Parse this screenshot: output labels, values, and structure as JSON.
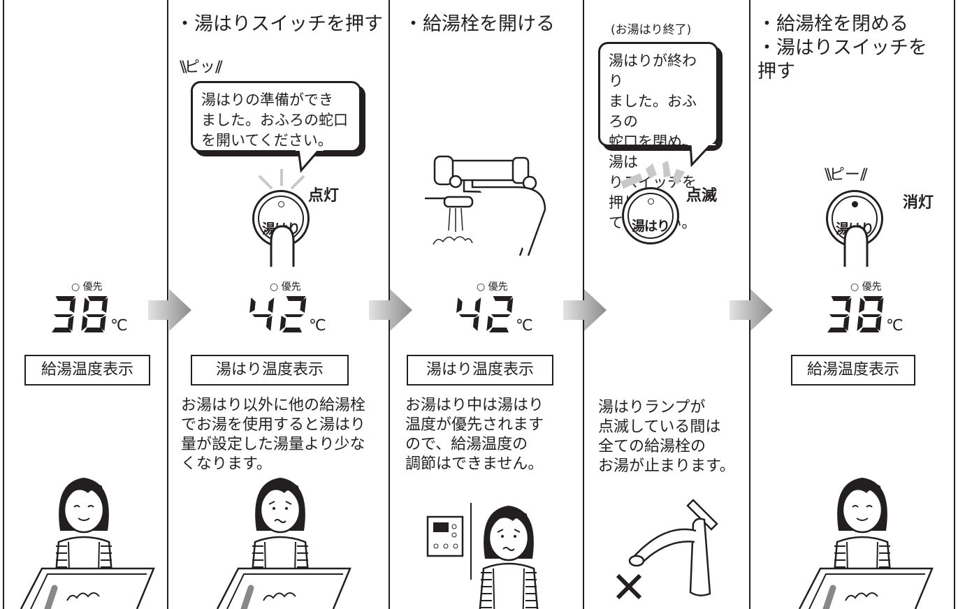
{
  "steps": [
    {
      "heading": "",
      "display": {
        "priority": "○ 優先",
        "temp": "38",
        "unit": "℃",
        "label": "給湯温度表示"
      },
      "note": ""
    },
    {
      "heading": "・湯はりスイッチを押す",
      "beep": "ピッ",
      "bubble": "湯はりの準備ができ\nました。おふろの蛇口\nを開いてください。",
      "button": {
        "text": "湯はり",
        "lamp": "点灯"
      },
      "display": {
        "priority": "○ 優先",
        "temp": "42",
        "unit": "℃",
        "label": "湯はり温度表示"
      },
      "note": "お湯はり以外に他の給湯栓\nでお湯を使用すると湯はり\n量が設定した湯量より少な\nくなります。"
    },
    {
      "heading": "・給湯栓を開ける",
      "display": {
        "priority": "○ 優先",
        "temp": "42",
        "unit": "℃",
        "label": "湯はり温度表示"
      },
      "note": "お湯はり中は湯はり\n温度が優先されます\nので、給湯温度の\n調節はできません。"
    },
    {
      "heading": "(お湯はり終了)",
      "bubble": "湯はりが終わり\nました。おふろの\n蛇口を閉め、湯は\nりスイッチを押し\nてください。",
      "button": {
        "text": "湯はり",
        "lamp": "点滅"
      },
      "note": "湯はりランプが\n点滅している間は\n全ての給湯栓の\nお湯が止まります。"
    },
    {
      "heading": "・給湯栓を閉める\n・湯はりスイッチを\n  押す",
      "beep": "ピー",
      "button": {
        "text": "湯はり",
        "lamp": "消灯"
      },
      "display": {
        "priority": "○ 優先",
        "temp": "38",
        "unit": "℃",
        "label": "給湯温度表示"
      },
      "note": ""
    }
  ],
  "colors": {
    "ink": "#231f20",
    "arrow_light": "#d9d9d9",
    "arrow_dark": "#8c8c8c",
    "lamp_ray": "#c8c8c8"
  },
  "icons": [
    "speech-bubble-icon",
    "bath-faucet-icon",
    "kitchen-faucet-icon",
    "remote-controller-icon",
    "woman-icon",
    "prohibited-x-icon"
  ]
}
